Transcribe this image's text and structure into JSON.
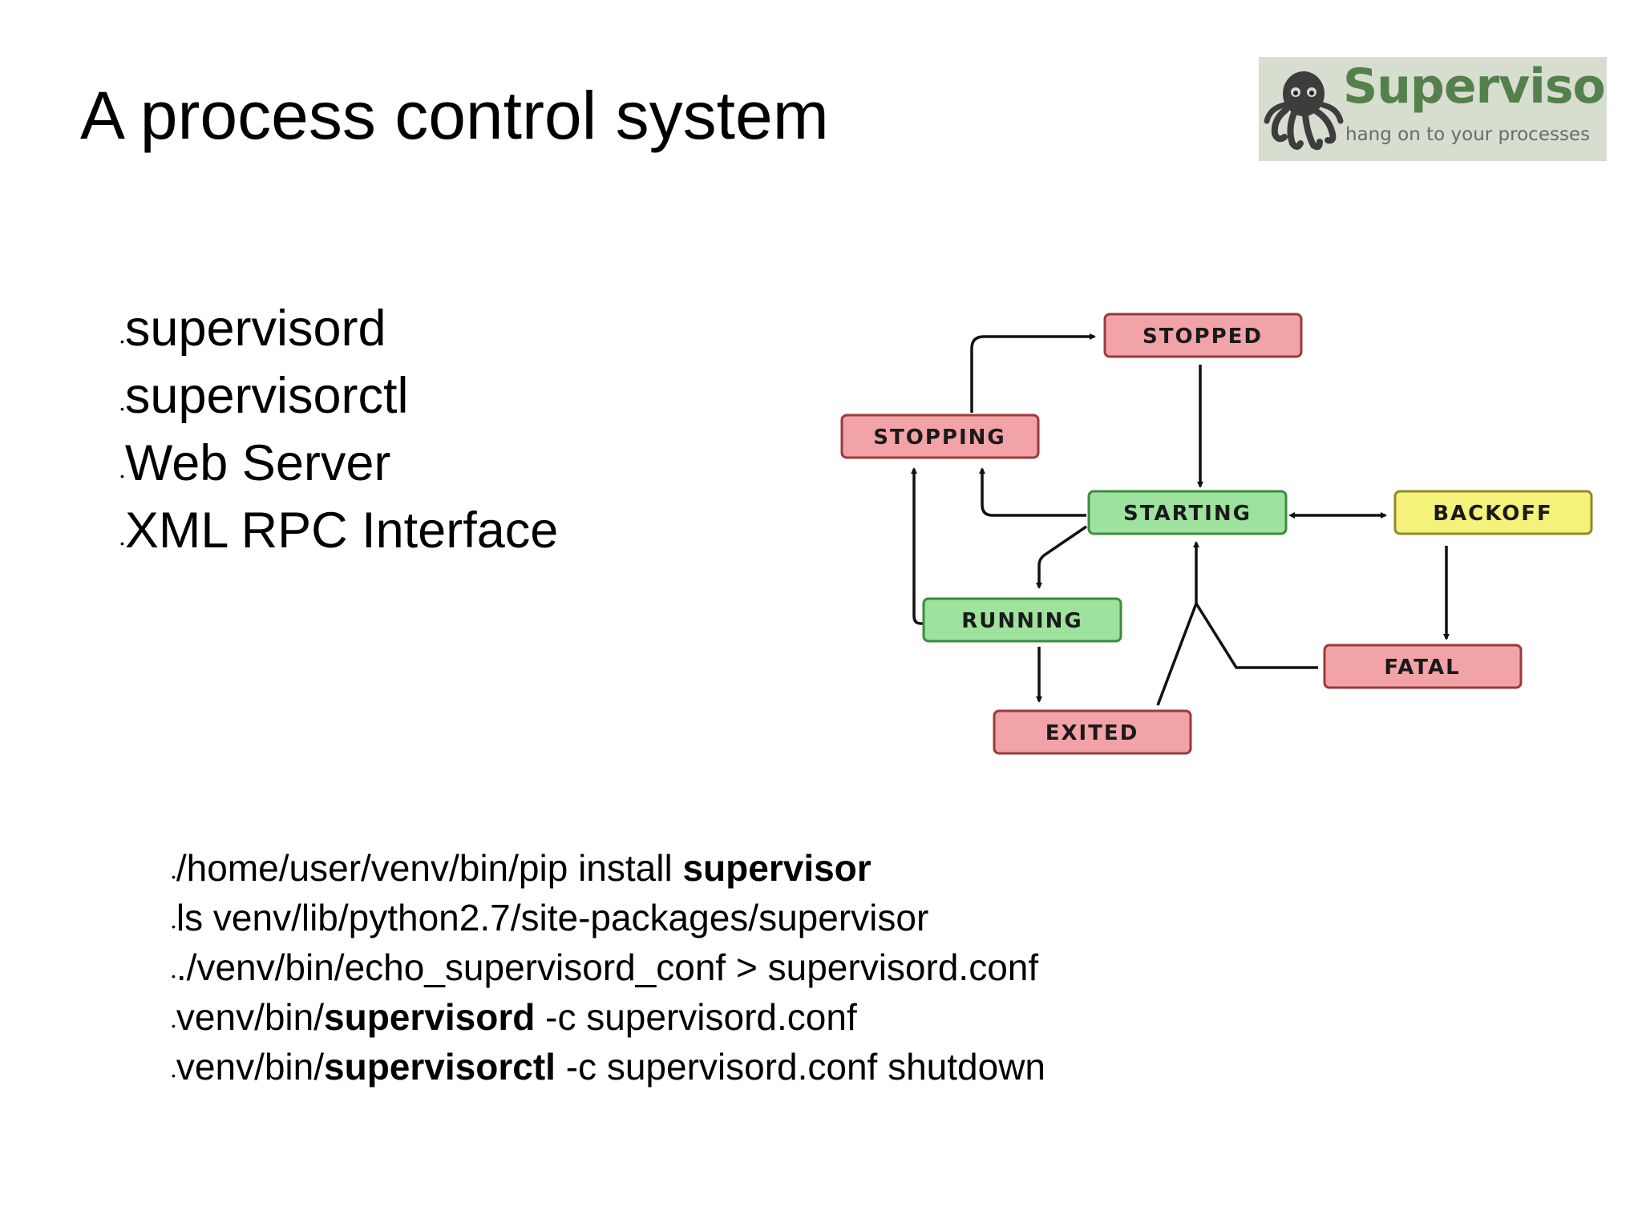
{
  "slide": {
    "title": "A process control system"
  },
  "logo": {
    "name": "Supervisor",
    "tagline": "hang on to your processes",
    "icon": "octopus-icon"
  },
  "bullets": [
    "supervisord",
    "supervisorctl",
    "Web Server",
    "XML RPC Interface"
  ],
  "commands": [
    {
      "pre": "/home/user/venv/bin/pip install ",
      "bold": "supervisor",
      "post": ""
    },
    {
      "pre": "ls venv/lib/python2.7/site-packages/supervisor",
      "bold": "",
      "post": ""
    },
    {
      "pre": "./venv/bin/echo_supervisord_conf > supervisord.conf",
      "bold": "",
      "post": ""
    },
    {
      "pre": "venv/bin/",
      "bold": "supervisord",
      "post": " -c supervisord.conf"
    },
    {
      "pre": "venv/bin/",
      "bold": "supervisorctl",
      "post": " -c supervisord.conf shutdown"
    }
  ],
  "diagram": {
    "states": {
      "stopped": "STOPPED",
      "stopping": "STOPPING",
      "starting": "STARTING",
      "backoff": "BACKOFF",
      "running": "RUNNING",
      "fatal": "FATAL",
      "exited": "EXITED"
    },
    "colors": {
      "red_fill": "#f2a3a7",
      "green_fill": "#9de39d",
      "yellow_fill": "#f4f27a",
      "red_stroke": "#9a3a3e",
      "green_stroke": "#3f8a3f",
      "yellow_stroke": "#8e8b2a"
    }
  }
}
